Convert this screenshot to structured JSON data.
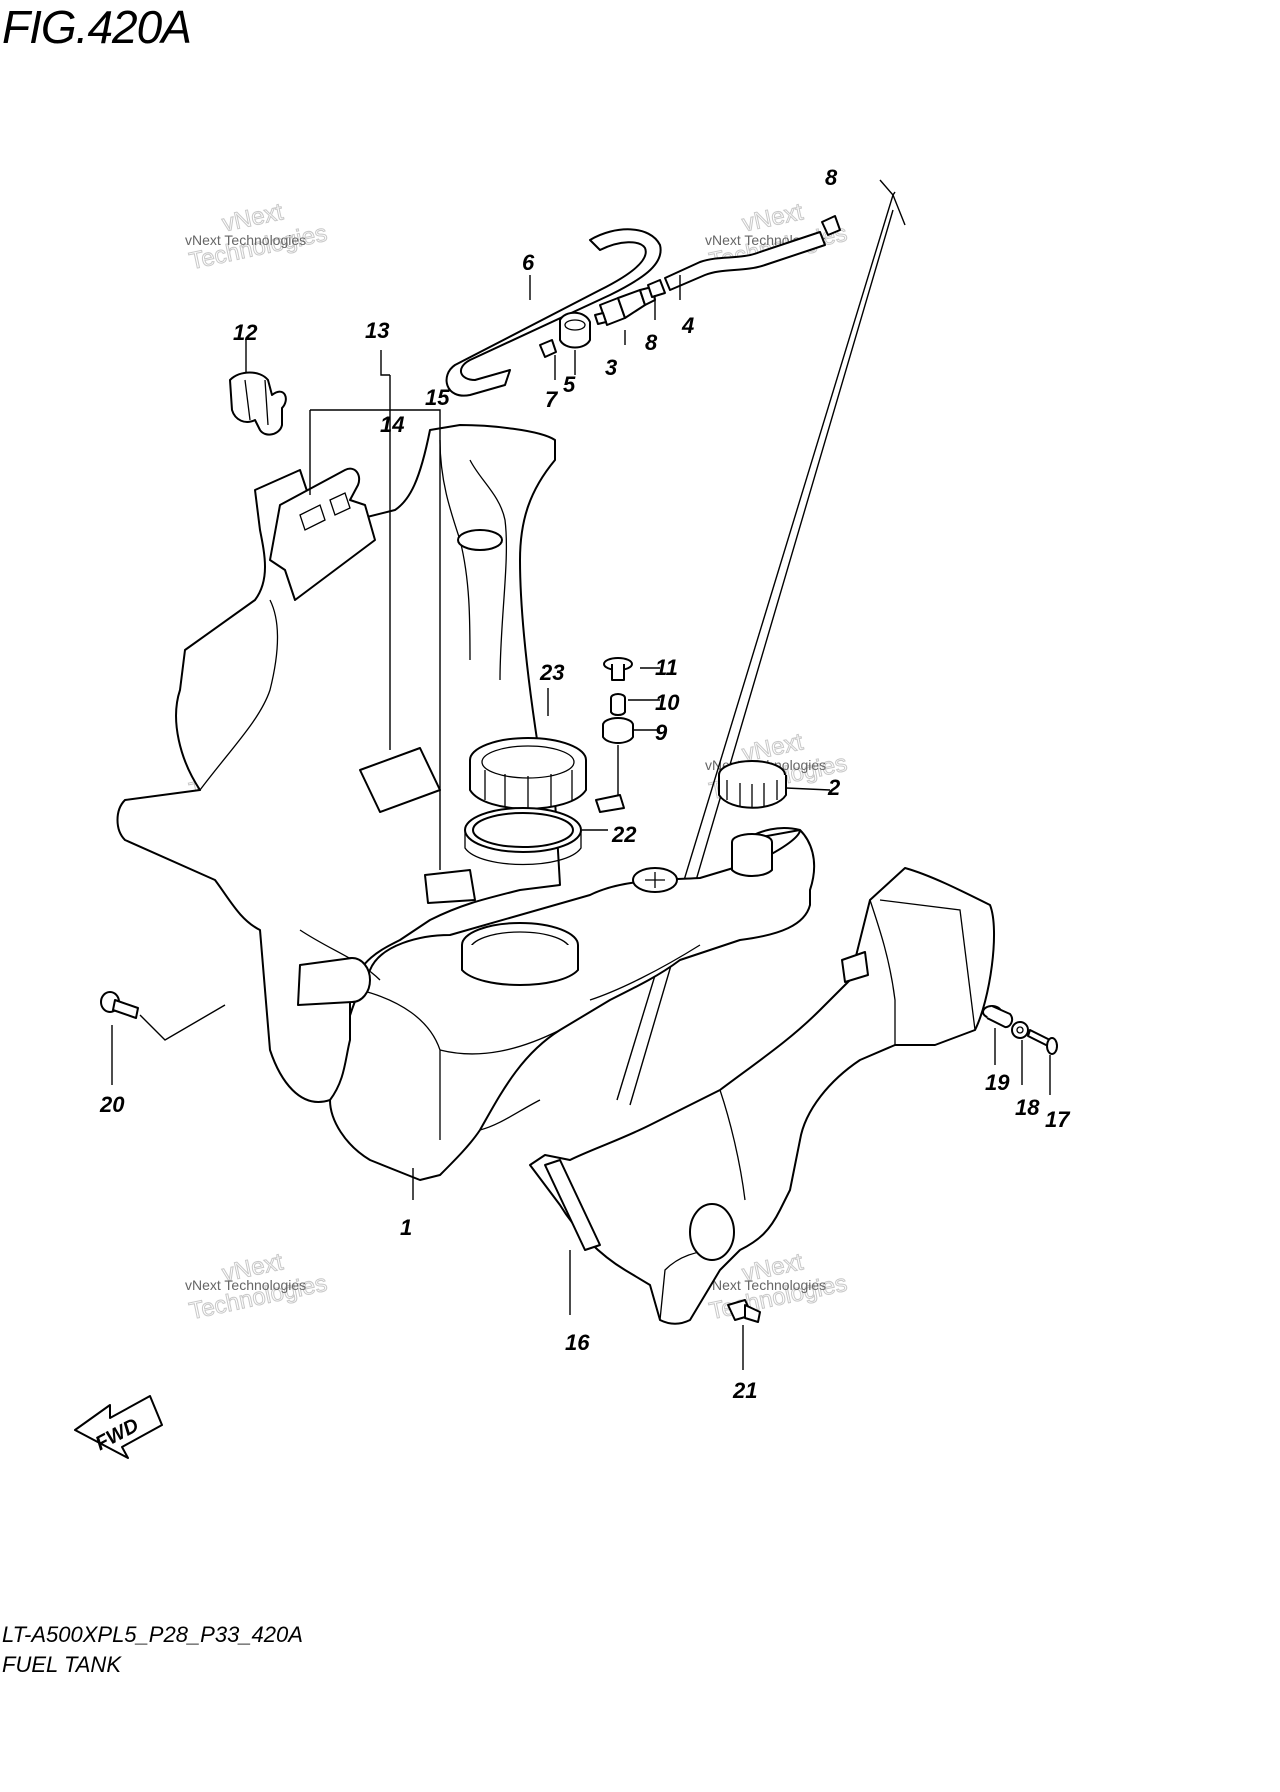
{
  "figure": {
    "title": "FIG.420A",
    "code": "LT-A500XPL5_P28_P33_420A",
    "name": "FUEL TANK"
  },
  "watermark": {
    "line1": "vNext Technologies",
    "line2": "Technologies",
    "line3": "vNext"
  },
  "direction_badge": "FWD",
  "callouts": [
    "1",
    "2",
    "3",
    "4",
    "5",
    "6",
    "7",
    "8",
    "8",
    "9",
    "10",
    "11",
    "12",
    "13",
    "14",
    "15",
    "16",
    "17",
    "18",
    "19",
    "20",
    "21",
    "22",
    "23"
  ]
}
